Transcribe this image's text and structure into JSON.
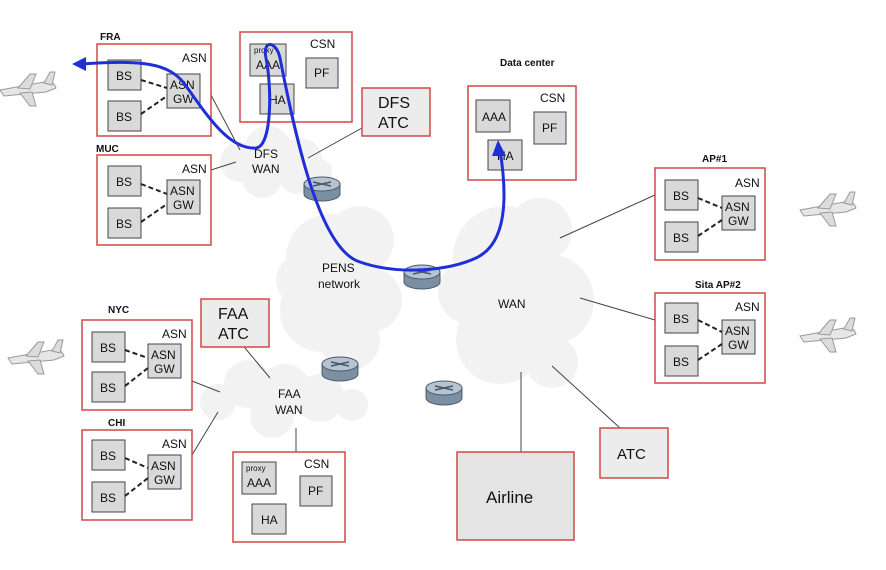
{
  "sites": {
    "fra": "FRA",
    "muc": "MUC",
    "nyc": "NYC",
    "chi": "CHI",
    "ap1": "AP#1",
    "ap2": "Sita AP#2",
    "datacenter": "Data center"
  },
  "asn": {
    "label": "ASN",
    "bs": "BS",
    "gw1": "ASN",
    "gw2": "GW"
  },
  "csn": {
    "label": "CSN",
    "proxy": "proxy",
    "aaa": "AAA",
    "pf": "PF",
    "ha": "HA"
  },
  "clouds": {
    "dfs1": "DFS",
    "dfs2": "WAN",
    "pens1": "PENS",
    "pens2": "network",
    "wan": "WAN",
    "faa1": "FAA",
    "faa2": "WAN"
  },
  "atc": {
    "dfs1": "DFS",
    "dfs2": "ATC",
    "faa1": "FAA",
    "faa2": "ATC",
    "atc": "ATC"
  },
  "airline": "Airline",
  "colors": {
    "frame": "#d04848",
    "path": "#1f2fd6",
    "box": "#d9d9d9",
    "cloud": "#f2f2f2"
  },
  "icons": [
    "airplane-icon",
    "router-icon",
    "cloud-shape"
  ]
}
